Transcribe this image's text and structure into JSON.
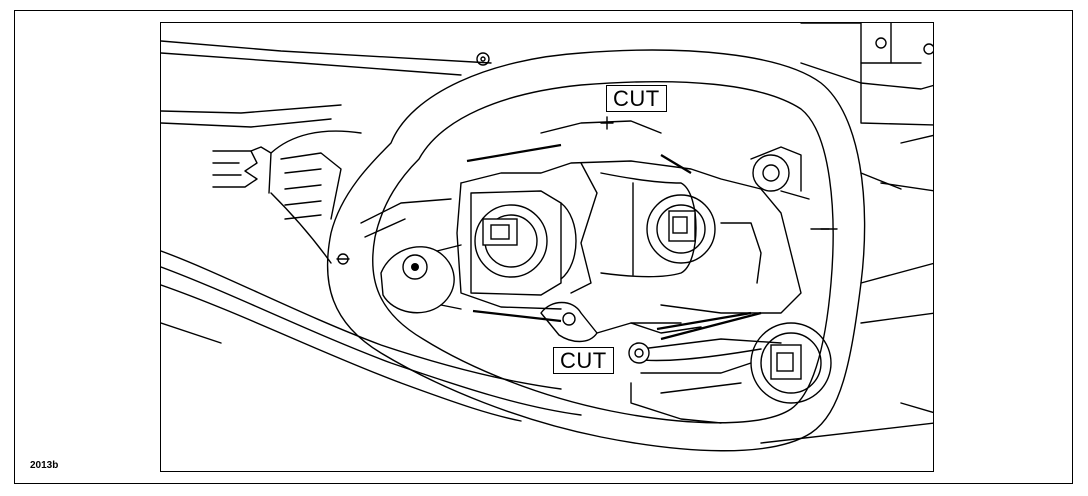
{
  "figure": {
    "id_label": "2013b",
    "callouts": [
      {
        "label": "CUT"
      },
      {
        "label": "CUT"
      }
    ]
  },
  "colors": {
    "ink": "#000000",
    "paper": "#ffffff"
  }
}
